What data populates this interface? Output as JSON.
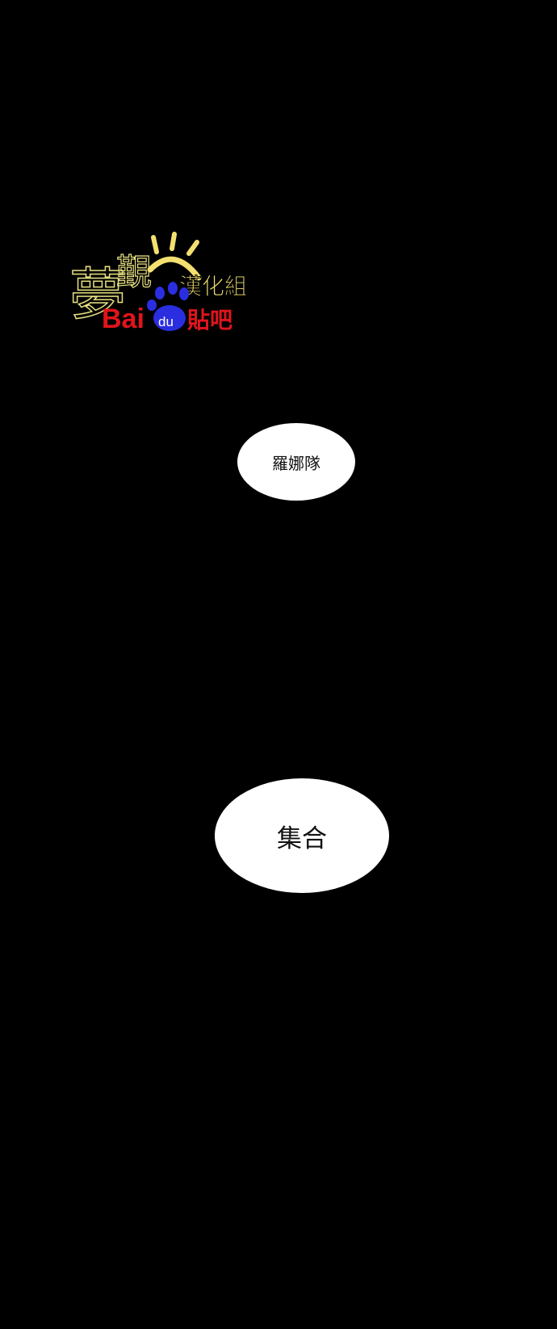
{
  "logo": {
    "calligraphy": "夢覲",
    "group_name": "漢化組",
    "baidu_text": "Bai",
    "baidu_du": "du",
    "tieba": "貼吧",
    "colors": {
      "gold": "#f0e060",
      "red": "#e0141c",
      "blue": "#2a2ee0"
    }
  },
  "bubbles": [
    {
      "text": "羅娜隊"
    },
    {
      "text": "集合"
    }
  ]
}
